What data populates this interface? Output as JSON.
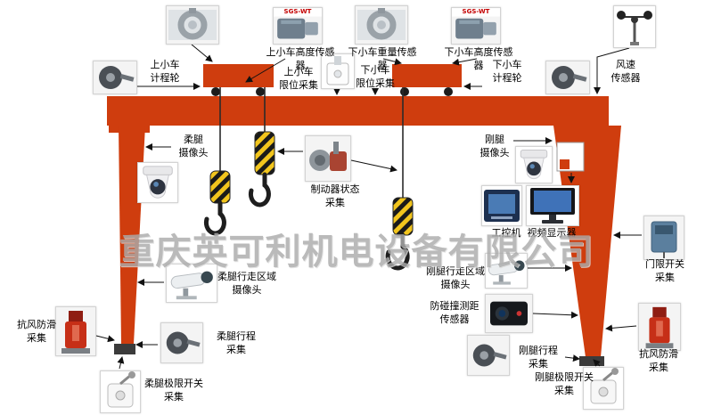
{
  "watermark": "重庆英可利机电设备有限公司",
  "colors": {
    "crane": "#cf3d0e",
    "stripe_yellow": "#f2c51d",
    "watermark_gray": "#ababab"
  },
  "photo_badges": {
    "sgs": "SGS-WT"
  },
  "labels": {
    "upper_trolley_height_sensor": "上小车高度传感器",
    "lower_trolley_weight_sensor": "下小车重量传感器",
    "lower_trolley_height_sensor": "下小车高度传感器",
    "upper_trolley_odometer": "上小车\n计程轮",
    "lower_trolley_odometer": "下小车\n计程轮",
    "upper_trolley_limit": "上小车\n限位采集",
    "lower_trolley_limit": "下小车\n限位采集",
    "wind_speed_sensor": "风速\n传感器",
    "flexible_leg_camera": "柔腿\n摄像头",
    "rigid_leg_camera": "刚腿\n摄像头",
    "brake_status": "制动器状态\n采集",
    "industrial_computer": "工控机",
    "video_display": "视频显示器",
    "door_limit_switch": "门限开关\n采集",
    "flexible_leg_area_camera": "柔腿行走区域\n摄像头",
    "rigid_leg_area_camera": "刚腿行走区域\n摄像头",
    "anti_collision_sensor": "防碰撞测距\n传感器",
    "anti_wind_left": "抗风防滑\n采集",
    "flexible_leg_travel": "柔腿行程\n采集",
    "rigid_leg_travel": "刚腿行程\n采集",
    "flexible_leg_limit_switch": "柔腿极限开关\n采集",
    "rigid_leg_limit_switch": "刚腿极限开关\n采集",
    "anti_wind_right": "抗风防滑\n采集"
  }
}
